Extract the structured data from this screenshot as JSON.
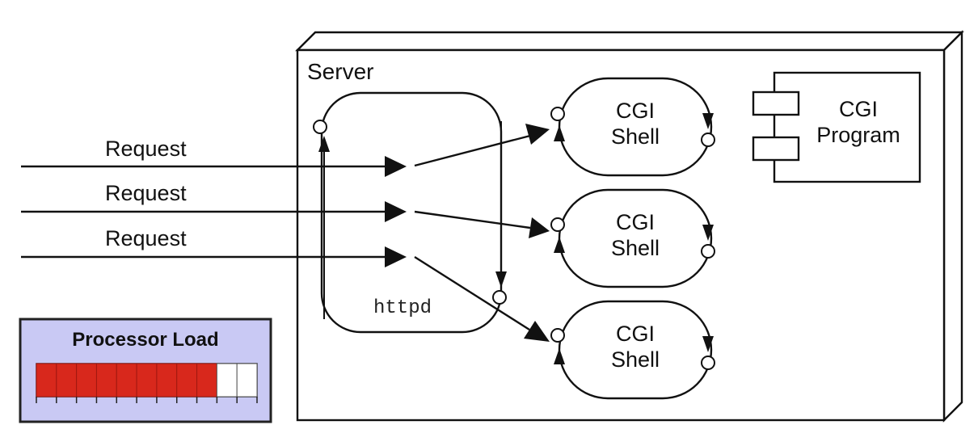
{
  "server": {
    "label": "Server"
  },
  "httpd": {
    "label": "httpd"
  },
  "requests": [
    {
      "label": "Request"
    },
    {
      "label": "Request"
    },
    {
      "label": "Request"
    }
  ],
  "cgi_shells": [
    {
      "line1": "CGI",
      "line2": "Shell"
    },
    {
      "line1": "CGI",
      "line2": "Shell"
    },
    {
      "line1": "CGI",
      "line2": "Shell"
    }
  ],
  "cgi_program": {
    "line1": "CGI",
    "line2": "Program"
  },
  "processor_load": {
    "title": "Processor Load",
    "filled_segments": 9,
    "total_segments": 11,
    "fill_color": "#d8281c",
    "panel_color": "#c9c9f4"
  }
}
